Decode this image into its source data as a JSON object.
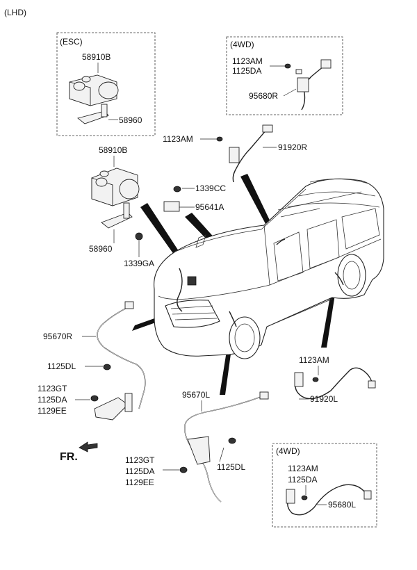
{
  "drive_label": "(LHD)",
  "direction_label": "FR.",
  "boxes": {
    "esc": {
      "title": "(ESC)",
      "part_hecu": "58910B",
      "part_bracket": "58960"
    },
    "fwd_top": {
      "title": "(4WD)",
      "part_bolt": "1123AM",
      "part_bolt2": "1125DA",
      "part_sensor": "95680R"
    },
    "fwd_bottom": {
      "title": "(4WD)",
      "part_bolt": "1123AM",
      "part_bolt2": "1125DA",
      "part_sensor": "95680L"
    }
  },
  "labels": {
    "hecu": "58910B",
    "hecu_bracket": "58960",
    "nut": "1339GA",
    "bolt_cc": "1339CC",
    "yaw_sensor": "95641A",
    "rr_bolt": "1123AM",
    "rr_sensor": "91920R",
    "fr_sensor_r": "95670R",
    "fr_bolt_r": "1125DL",
    "fr_bolts_r": [
      "1123GT",
      "1125DA",
      "1129EE"
    ],
    "rl_bolt": "1123AM",
    "rl_sensor": "91920L",
    "fl_sensor": "95670L",
    "fl_bolts": [
      "1123GT",
      "1125DA",
      "1129EE"
    ],
    "fl_bolt": "1125DL"
  }
}
